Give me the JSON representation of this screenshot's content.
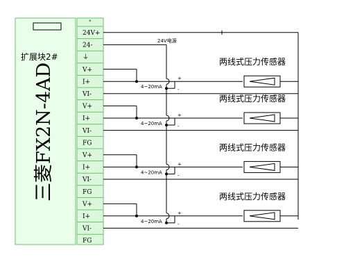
{
  "module": {
    "model_label": "三菱FX2N-4AD",
    "ext_label": "扩展块2#"
  },
  "power": {
    "label": "24V电源"
  },
  "terminals": [
    "24V+",
    "24-",
    "⏚",
    "V+",
    "I+",
    "VI-",
    "V+",
    "I+",
    "VI-",
    "FG",
    "V+",
    "I+",
    "VI-",
    "FG",
    "V+",
    "I+",
    "VI-",
    "FG"
  ],
  "channels": [
    {
      "current_label": "4~20mA",
      "plus": "+",
      "minus": "-",
      "sensor_label": "两线式压力传感器"
    },
    {
      "current_label": "4~20mA",
      "plus": "+",
      "minus": "-",
      "sensor_label": "两线式压力传感器"
    },
    {
      "current_label": "4~20mA",
      "plus": "+",
      "minus": "-",
      "sensor_label": "两线式压力传感器"
    },
    {
      "current_label": "4~20mA",
      "plus": "+",
      "minus": "-",
      "sensor_label": "两线式压力传感器"
    }
  ],
  "colors": {
    "module_fill": "#eaffea",
    "strip_fill": "#dcf8dc",
    "line": "#000000"
  }
}
